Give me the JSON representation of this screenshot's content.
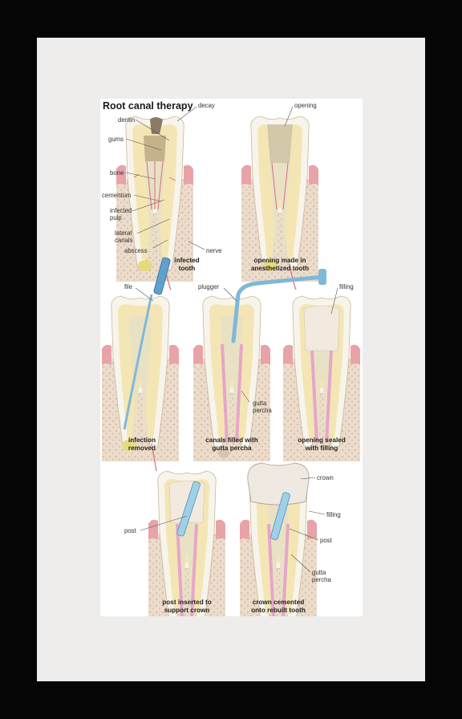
{
  "title": "Root canal therapy",
  "panels": [
    {
      "caption": [
        "infected",
        "tooth"
      ],
      "labels": [
        "decay",
        "dentin",
        "gums",
        "bone",
        "cementum",
        "infected",
        "pulp",
        "lateral",
        "canals",
        "abscess",
        "nerve"
      ]
    },
    {
      "caption": [
        "opening made in",
        "anesthetized tooth"
      ],
      "labels": [
        "opening"
      ]
    },
    {
      "caption": [
        "infection",
        "removed"
      ],
      "labels": [
        "file"
      ]
    },
    {
      "caption": [
        "canals filled with",
        "gutta percha"
      ],
      "labels": [
        "plugger",
        "gutta",
        "percha"
      ]
    },
    {
      "caption": [
        "opening sealed",
        "with filling"
      ],
      "labels": [
        "filling"
      ]
    },
    {
      "caption": [
        "post inserted to",
        "support crown"
      ],
      "labels": [
        "post"
      ]
    },
    {
      "caption": [
        "crown cemented",
        "onto rebuilt tooth"
      ],
      "labels": [
        "crown",
        "filling",
        "post",
        "gutta",
        "percha"
      ]
    }
  ],
  "colors": {
    "enamel": "#f7f4ec",
    "dentin": "#f4e6b4",
    "pulp": "#e6dfc0",
    "gum": "#e7a3a8",
    "bone": "#ead8c6",
    "gutta": "#e6a6c8",
    "instrument": "#7fb8d8",
    "abscess": "#e8da7c"
  }
}
